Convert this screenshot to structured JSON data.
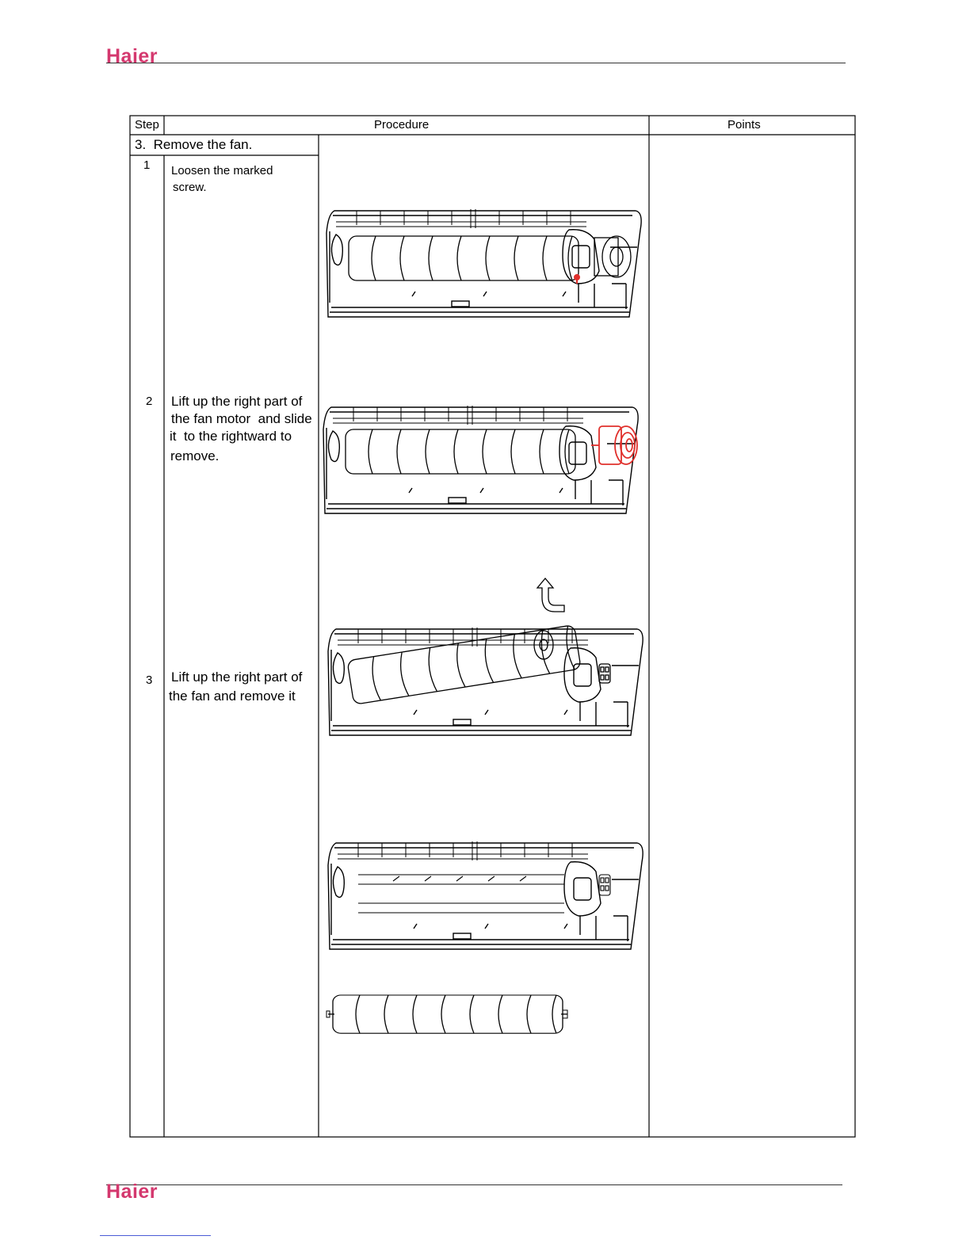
{
  "header": {
    "brand": "Haier"
  },
  "footer": {
    "brand": "Haier"
  },
  "table": {
    "col_step": "Step",
    "col_procedure": "Procedure",
    "col_points": "Points",
    "section_title": "3.  Remove the fan.",
    "steps": [
      {
        "number": "1",
        "lines": [
          "Loosen the marked",
          "screw."
        ]
      },
      {
        "number": "2",
        "lines": [
          "Lift up the right part of",
          "the fan motor  and slide",
          "it  to the rightward to",
          "remove."
        ]
      },
      {
        "number": "3",
        "lines": [
          "Lift up the right part of",
          "the fan and remove it"
        ]
      }
    ]
  },
  "colors": {
    "brand": "#d4386e",
    "highlight": "#e0302c"
  }
}
